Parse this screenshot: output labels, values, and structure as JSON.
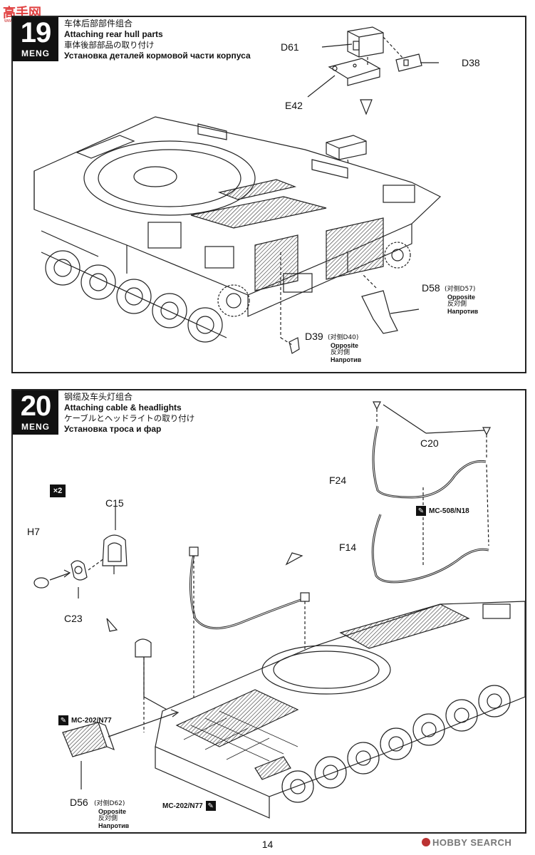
{
  "header_logo": {
    "text": "高手网",
    "sub": "www.moshou.com"
  },
  "steps": [
    {
      "number": "19",
      "brand": "MENG",
      "title_cn": "车体后部部件组合",
      "title_en": "Attaching rear hull parts",
      "title_jp": "車体後部部品の取り付け",
      "title_ru": "Установка деталей кормовой части корпуса",
      "parts": {
        "d61": "D61",
        "d38": "D38",
        "e42": "E42",
        "d58": "D58",
        "d58_opp": "(对侧D57)",
        "d39": "D39",
        "d39_opp": "(对侧D40)"
      },
      "opposite": {
        "en": "Opposite",
        "jp": "反対側",
        "ru": "Напротив"
      }
    },
    {
      "number": "20",
      "brand": "MENG",
      "title_cn": "钢缆及车头灯组合",
      "title_en": "Attaching cable & headlights",
      "title_jp": "ケーブルとヘッドライトの取り付け",
      "title_ru": "Установка троса и фар",
      "multiplier": "×2",
      "parts": {
        "c15": "C15",
        "h7": "H7",
        "c23": "C23",
        "c20": "C20",
        "f24": "F24",
        "f14": "F14",
        "d56": "D56",
        "d56_opp": "(对侧D62)"
      },
      "paint": {
        "cable": "MC-508/N18",
        "light_left": "MC-202/N77",
        "light_bottom": "MC-202/N77"
      },
      "opposite": {
        "en": "Opposite",
        "jp": "反対側",
        "ru": "Напротив"
      }
    }
  ],
  "page_number": "14",
  "watermark": "HOBBY SEARCH"
}
